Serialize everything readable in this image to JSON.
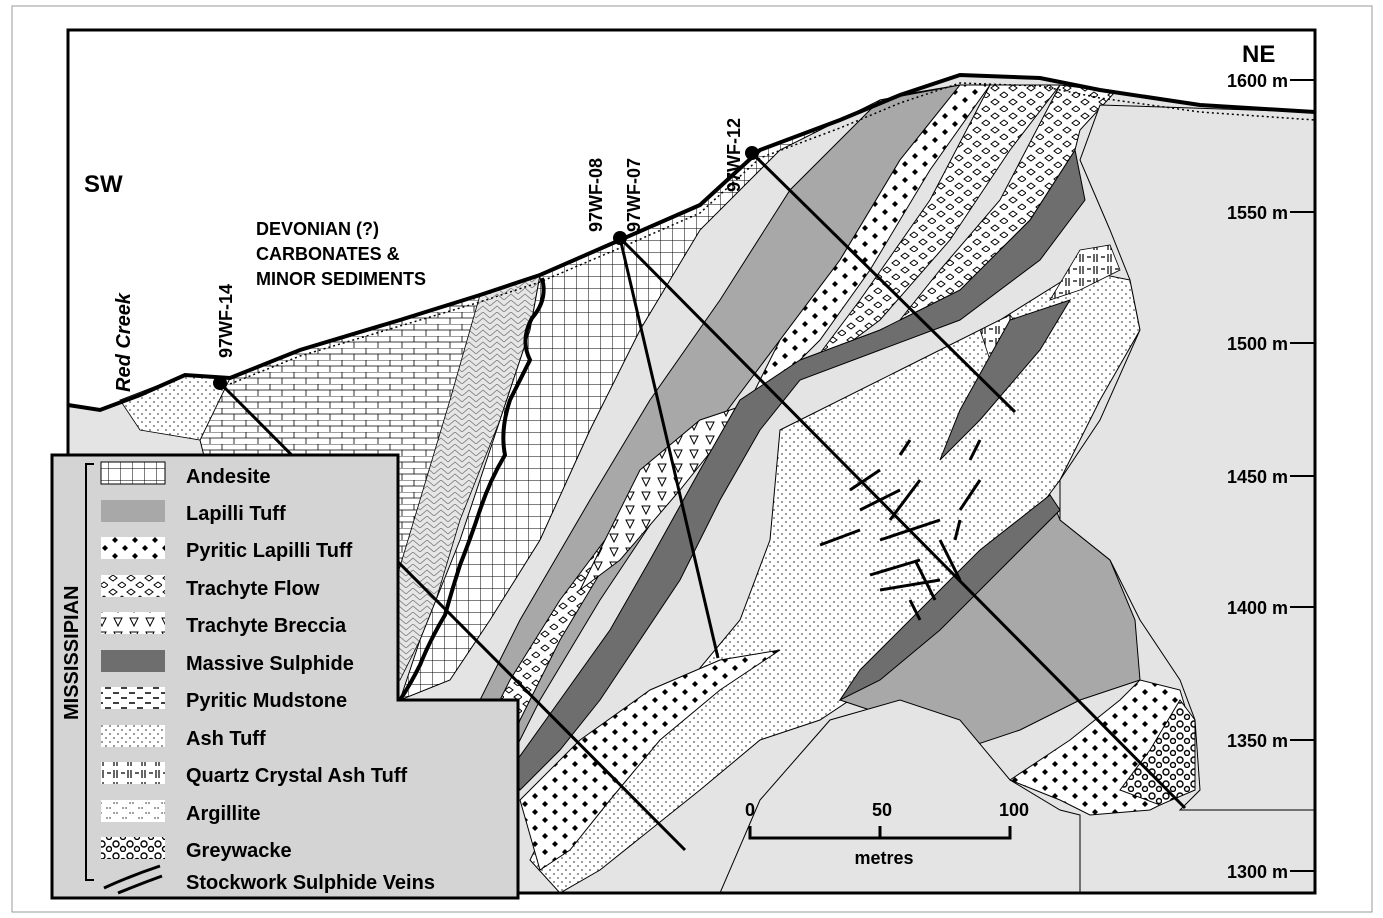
{
  "directions": {
    "left": "SW",
    "right": "NE"
  },
  "elevation_ticks": [
    "1600 m",
    "1550 m",
    "1500 m",
    "1450 m",
    "1400 m",
    "1350 m",
    "1300 m"
  ],
  "river_label": "Red Creek",
  "cover_label": [
    "DEVONIAN (?)",
    "CARBONATES &",
    "MINOR SEDIMENTS"
  ],
  "drillholes": [
    "97WF-14",
    "97WF-08",
    "97WF-07",
    "97WF-12"
  ],
  "legend": {
    "group_label": "MISSISSIPIAN",
    "items": [
      {
        "label": "Andesite",
        "pattern": "grid"
      },
      {
        "label": "Lapilli Tuff",
        "pattern": "gray"
      },
      {
        "label": "Pyritic Lapilli Tuff",
        "pattern": "diamonds"
      },
      {
        "label": "Trachyte Flow",
        "pattern": "ovals"
      },
      {
        "label": "Trachyte Breccia",
        "pattern": "triangles"
      },
      {
        "label": "Massive Sulphide",
        "pattern": "dark"
      },
      {
        "label": "Pyritic Mudstone",
        "pattern": "dashes"
      },
      {
        "label": "Ash Tuff",
        "pattern": "dots"
      },
      {
        "label": "Quartz Crystal Ash Tuff",
        "pattern": "ticks"
      },
      {
        "label": "Argillite",
        "pattern": "argillite"
      },
      {
        "label": "Greywacke",
        "pattern": "circles"
      },
      {
        "label": "Stockwork Sulphide Veins",
        "pattern": "veins"
      }
    ]
  },
  "scale_bar": {
    "ticks": [
      "0",
      "50",
      "100"
    ],
    "unit": "metres"
  },
  "colors": {
    "lapilli": "#a8a8a8",
    "sulphide": "#6e6e6e",
    "background": "#e4e4e4"
  }
}
